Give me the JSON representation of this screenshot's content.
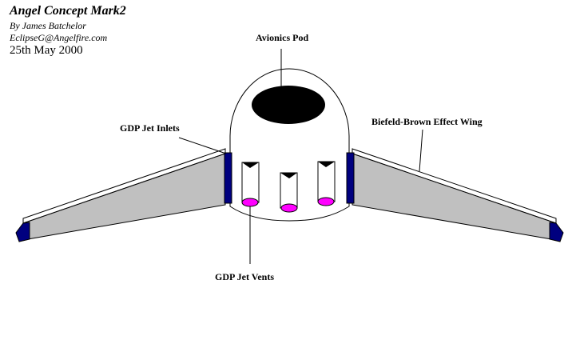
{
  "header": {
    "title": "Angel Concept Mark2",
    "author": "By James Batchelor",
    "email": "EclipseG@Angelfire.com",
    "date": "25th May 2000"
  },
  "labels": {
    "avionics_pod": "Avionics Pod",
    "jet_inlets": "GDP Jet Inlets",
    "wing": "Biefeld-Brown Effect Wing",
    "jet_vents": "GDP Jet Vents"
  },
  "colors": {
    "wing_fill": "#c0c0c0",
    "inlet_blue": "#00007f",
    "vent_magenta": "#ff00ff",
    "pod_black": "#000000",
    "outline": "#000000",
    "background": "#ffffff"
  }
}
